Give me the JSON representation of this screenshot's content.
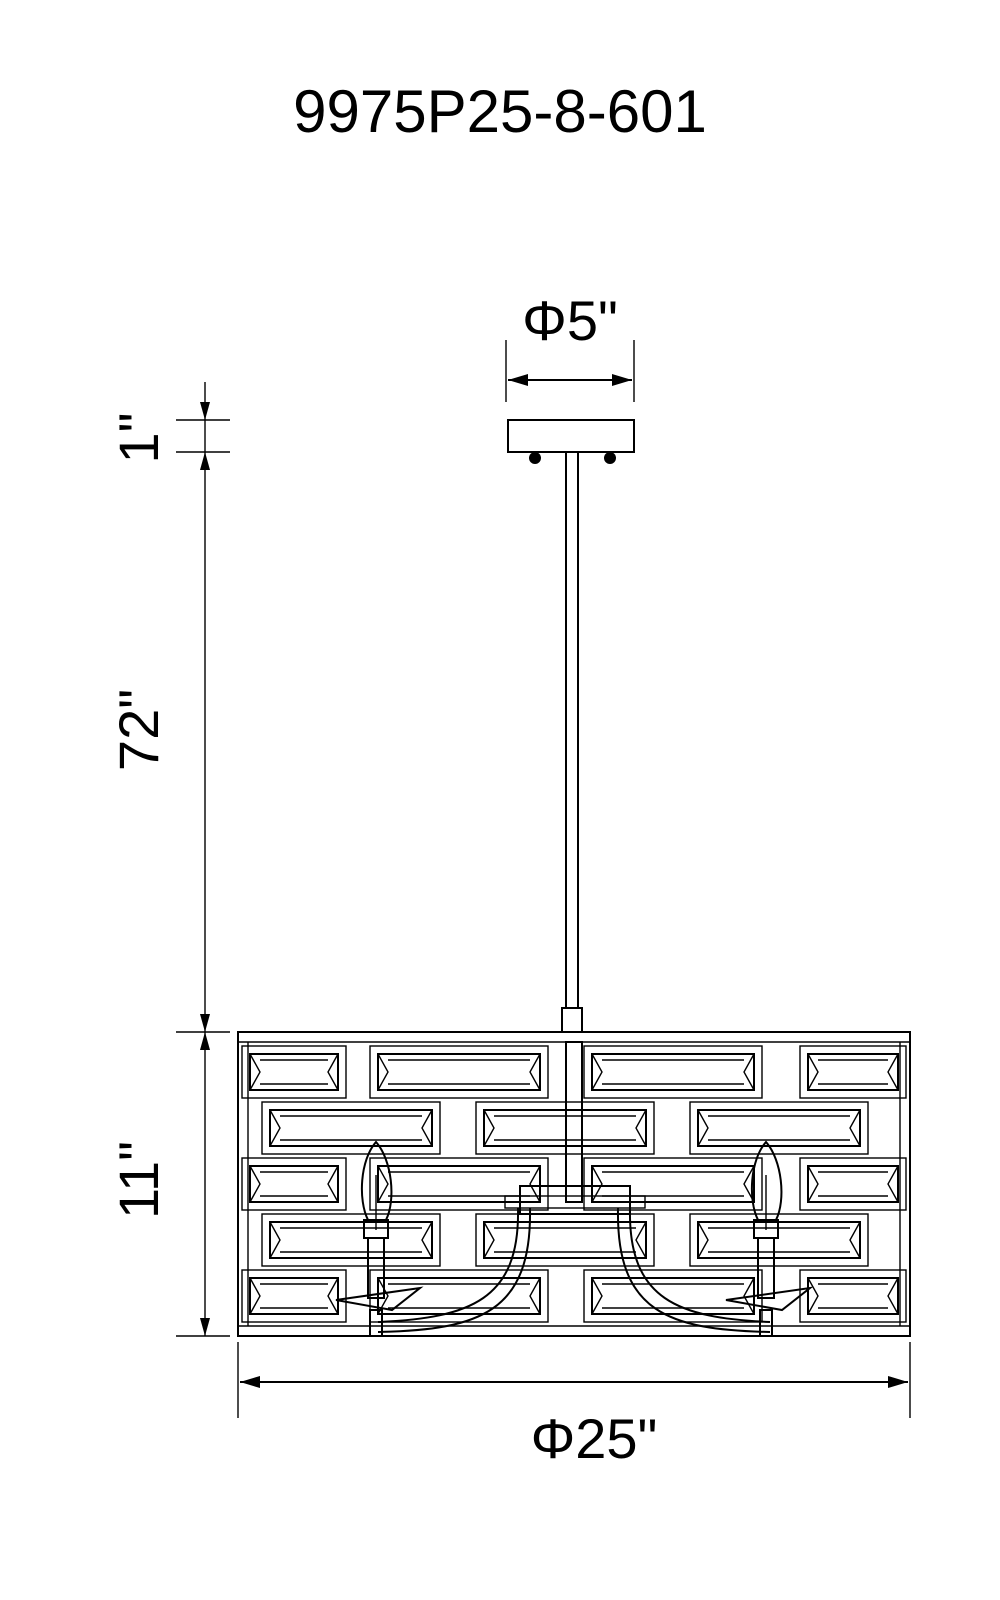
{
  "drawing": {
    "model_number": "9975P25-8-601",
    "canopy_diameter": "Φ5\"",
    "fixture_diameter": "Φ25\"",
    "dim_canopy_height": "1\"",
    "dim_rod_length": "72\"",
    "dim_shade_height": "11\""
  }
}
